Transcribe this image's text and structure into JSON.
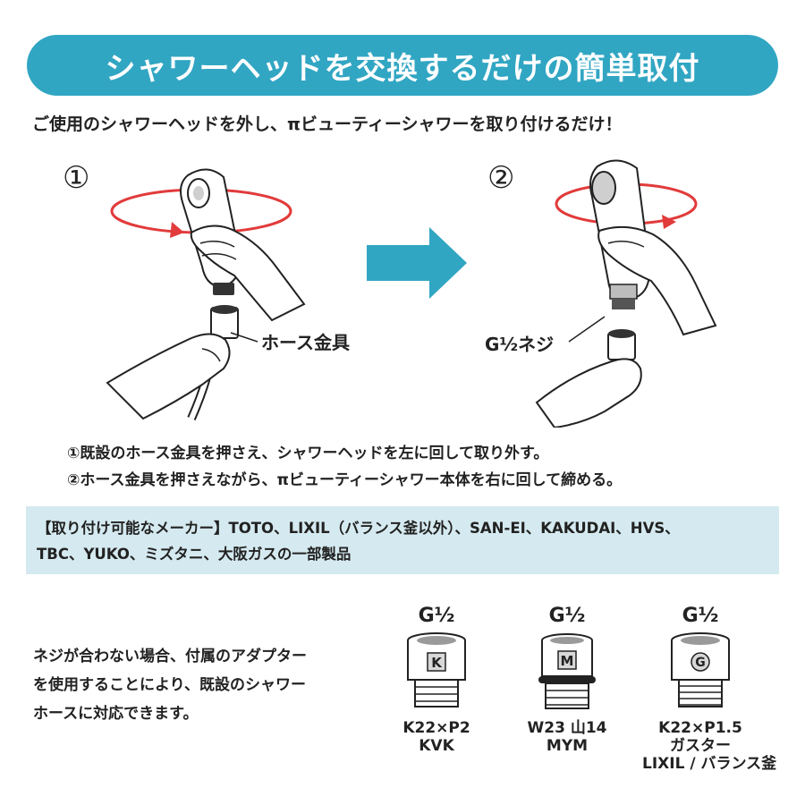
{
  "header": {
    "title": "シャワーヘッドを交換するだけの簡単取付"
  },
  "intro": "ご使用のシャワーヘッドを外し、πビューティーシャワーを取り付けるだけ！",
  "illustration": {
    "step1_number": "①",
    "step2_number": "②",
    "label_hose_fitting": "ホース金具",
    "label_thread": "G½ネジ"
  },
  "steps": [
    "①既設のホース金具を押さえ、シャワーヘッドを左に回して取り外す。",
    "②ホース金具を押さえながら、πビューティーシャワー本体を右に回して締める。"
  ],
  "makers": {
    "line1": "【取り付け可能なメーカー】TOTO、LIXIL（バランス釜以外）、SAN-EI、KAKUDAI、HVS、",
    "line2": "TBC、YUKO、ミズタニ、大阪ガスの一部製品"
  },
  "adapter_note": {
    "line1": "ネジが合わない場合、付属のアダプター",
    "line2": "を使用することにより、既設のシャワー",
    "line3": "ホースに対応できます。"
  },
  "adapters": [
    {
      "thread": "G½",
      "letter": "K",
      "spec1": "K22×P2",
      "spec2": "KVK",
      "spec3": ""
    },
    {
      "thread": "G½",
      "letter": "M",
      "spec1": "W23 山14",
      "spec2": "MYM",
      "spec3": ""
    },
    {
      "thread": "G½",
      "letter": "G",
      "spec1": "K22×P1.5",
      "spec2": "ガスター",
      "spec3": "LIXIL / バランス釜"
    }
  ],
  "colors": {
    "accent": "#31a6c3",
    "arrow_red": "#e23b3b",
    "box_bg": "#d5eaf0"
  },
  "icons": [
    "rotate-left-arrow-icon",
    "rotate-right-arrow-icon",
    "next-step-arrow-icon"
  ]
}
